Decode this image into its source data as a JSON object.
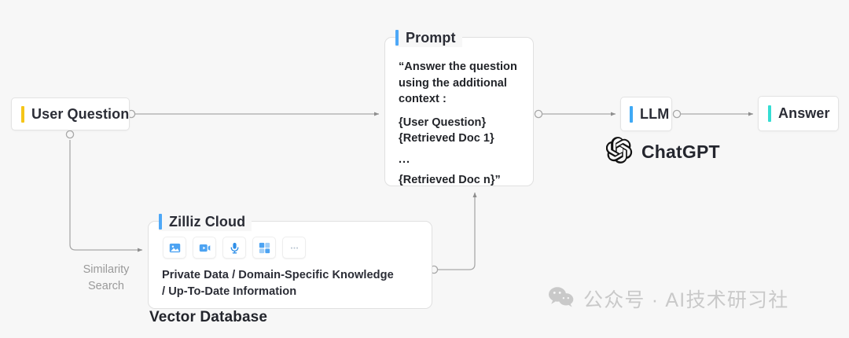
{
  "diagram": {
    "title": "RAG pipeline with Zilliz Cloud vector database and ChatGPT",
    "background_color": "#f7f7f7"
  },
  "nodes": {
    "user_question": {
      "label": "User Question",
      "accent_color": "#f5c518"
    },
    "prompt": {
      "legend": "Prompt",
      "accent_color": "#4ea8f7",
      "lines": [
        "“Answer the question",
        "using the additional",
        "context :",
        "{User Question}",
        "{Retrieved Doc 1}",
        "...",
        "{Retrieved Doc n}”"
      ]
    },
    "zilliz_cloud": {
      "legend": "Zilliz Cloud",
      "accent_color": "#4ea8f7",
      "icons": [
        {
          "name": "image-icon",
          "glyph": "image"
        },
        {
          "name": "video-icon",
          "glyph": "video"
        },
        {
          "name": "microphone-icon",
          "glyph": "microphone"
        },
        {
          "name": "documents-icon",
          "glyph": "documents"
        },
        {
          "name": "ellipsis-icon",
          "glyph": "ellipsis"
        }
      ],
      "description_lines": [
        "Private Data / Domain-Specific Knowledge",
        "/ Up-To-Date Information"
      ],
      "caption": "Vector Database"
    },
    "llm": {
      "label": "LLM",
      "accent_color": "#3fa9f5"
    },
    "answer": {
      "label": "Answer",
      "accent_color": "#35ddd3"
    }
  },
  "edges": {
    "similarity_search_label_lines": [
      "Similarity",
      "Search"
    ],
    "line_color": "#a8a8a8"
  },
  "brand": {
    "chatgpt_name": "ChatGPT",
    "chatgpt_logo": "openai-logo-icon"
  },
  "watermark": {
    "icon": "wechat-icon",
    "text": "公众号 · AI技术研习社",
    "color": "#c6c6c6"
  }
}
